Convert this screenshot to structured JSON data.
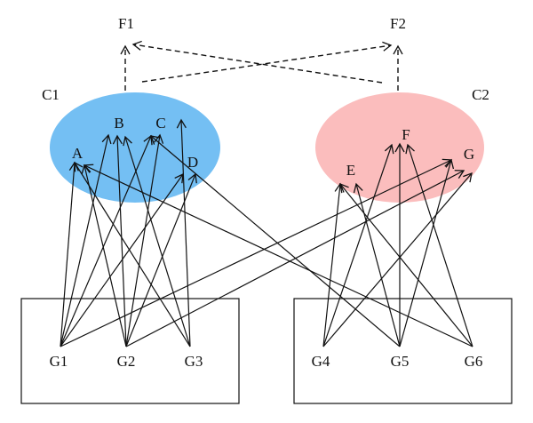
{
  "feature_nodes": {
    "f1": "F1",
    "f2": "F2"
  },
  "clusters": {
    "c1": {
      "label": "C1",
      "color": "#74bff3",
      "nodes": {
        "a": "A",
        "b": "B",
        "c": "C",
        "d": "D"
      }
    },
    "c2": {
      "label": "C2",
      "color": "#fbbdbd",
      "nodes": {
        "e": "E",
        "f": "F",
        "g": "G"
      }
    }
  },
  "groups": {
    "left": [
      "G1",
      "G2",
      "G3"
    ],
    "right": [
      "G4",
      "G5",
      "G6"
    ]
  },
  "edges": [
    [
      "G1",
      "A"
    ],
    [
      "G1",
      "B"
    ],
    [
      "G1",
      "C"
    ],
    [
      "G1",
      "D"
    ],
    [
      "G1",
      "G"
    ],
    [
      "G2",
      "A"
    ],
    [
      "G2",
      "B"
    ],
    [
      "G2",
      "C"
    ],
    [
      "G2",
      "D"
    ],
    [
      "G2",
      "G"
    ],
    [
      "G3",
      "A"
    ],
    [
      "G3",
      "B"
    ],
    [
      "G3",
      "C"
    ],
    [
      "G4",
      "E"
    ],
    [
      "G4",
      "F"
    ],
    [
      "G4",
      "G"
    ],
    [
      "G5",
      "F"
    ],
    [
      "G5",
      "G"
    ],
    [
      "G5",
      "E"
    ],
    [
      "G5",
      "C"
    ],
    [
      "G6",
      "F"
    ],
    [
      "G6",
      "E"
    ],
    [
      "G6",
      "A"
    ]
  ],
  "feature_links": [
    [
      "C1",
      "F1"
    ],
    [
      "C2",
      "F2"
    ],
    [
      "C1",
      "F2"
    ],
    [
      "C2",
      "F1"
    ]
  ]
}
